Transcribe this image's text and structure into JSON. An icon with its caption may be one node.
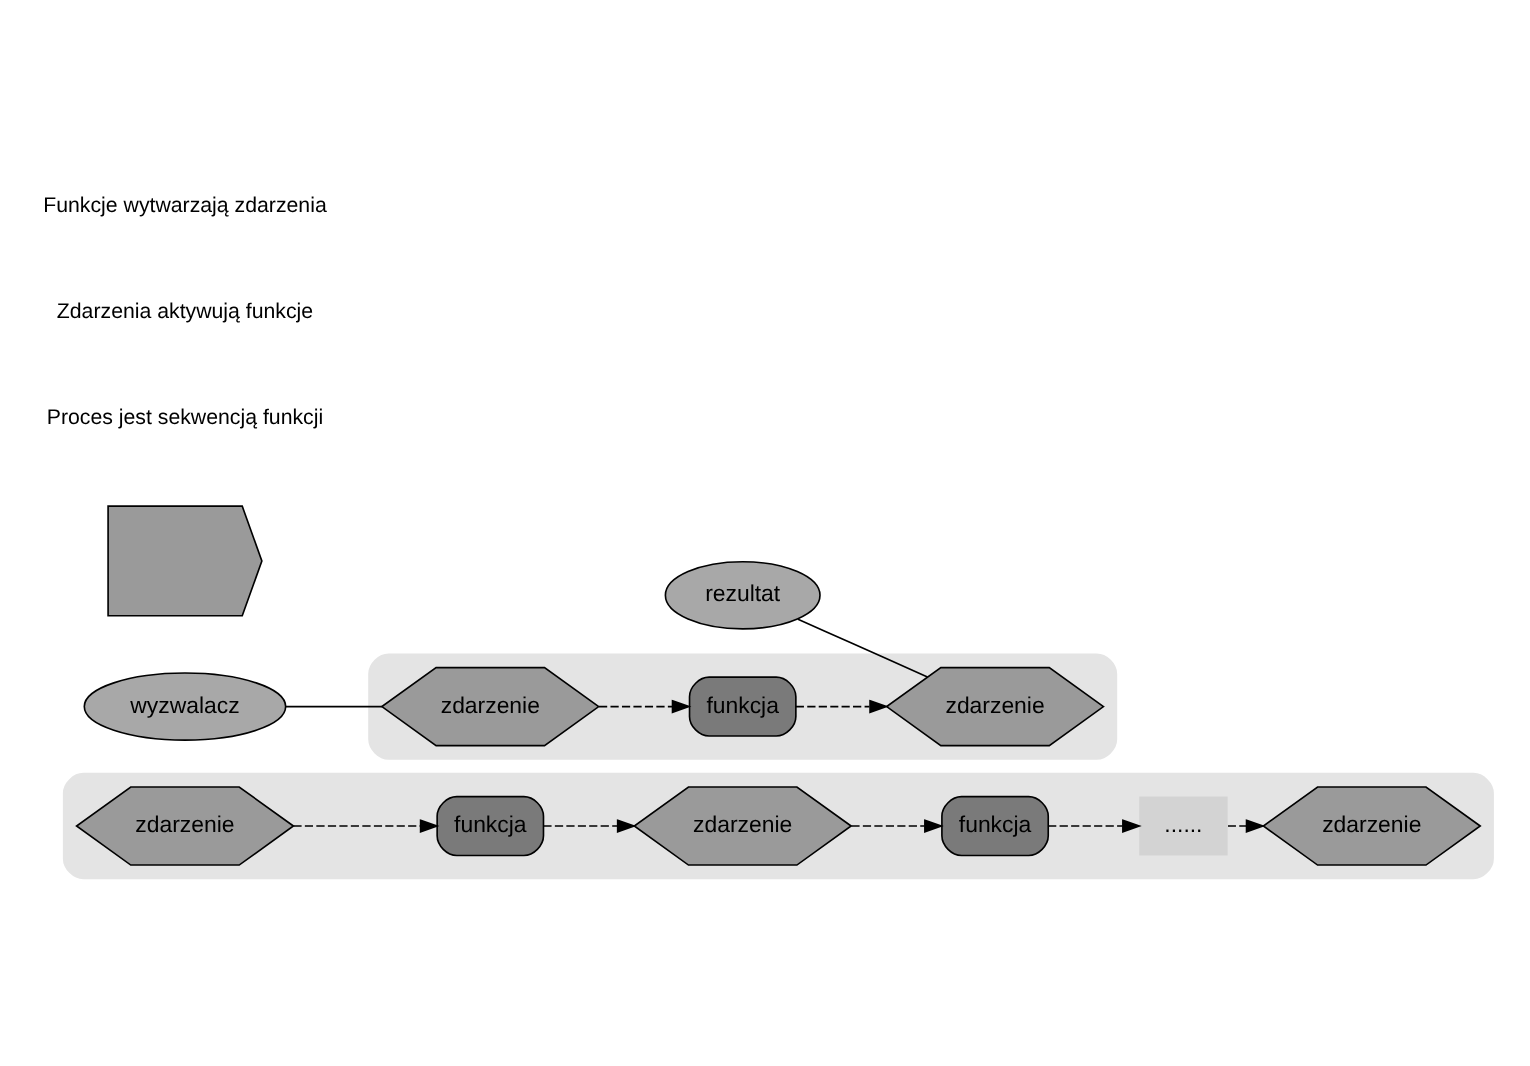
{
  "diagram": {
    "nodes": [
      {
        "text": [],
        "shape": "ellipse"
      },
      {
        "text": [
          "zdarzenie"
        ],
        "in": 0
      },
      {
        "text": [
          "funkcja"
        ],
        "in": 0
      },
      {
        "text": [
          "zdarzenie"
        ],
        "in": 0
      },
      {
        "text": [
          "funkcja"
        ],
        "in": 0
      },
      {
        "text": [
          "......"
        ],
        "in": 0
      },
      {
        "text": [
          "zdarzenie"
        ],
        "in": 0
      },
      {
        "text": [],
        "shape": "ellipse"
      },
      {
        "text": [
          "zdarzenie"
        ],
        "in": 7
      },
      {
        "text": [
          "funkcja"
        ],
        "in": 7
      },
      {
        "text": [
          "zdarzenie"
        ],
        "in": 7
      },
      {
        "text": [
          "rezultat"
        ]
      },
      {
        "text": [
          "wyzwalacz"
        ]
      },
      {
        "text": [],
        "shape": "arrow"
      }
    ],
    "edges": [
      {
        "from": 1,
        "to": 2,
        "arrow": "to",
        "style": "dashed"
      },
      {
        "from": 2,
        "to": 3,
        "arrow": "to",
        "style": "dashed"
      },
      {
        "from": 3,
        "to": 4,
        "arrow": "to",
        "style": "dashed"
      },
      {
        "from": 4,
        "to": 5,
        "arrow": "to",
        "style": "dashed"
      },
      {
        "from": 5,
        "to": 6,
        "arrow": "to",
        "style": "dashed"
      },
      {
        "from": 8,
        "to": 9,
        "arrow": "to",
        "style": "dashed"
      },
      {
        "from": 9,
        "to": 10,
        "arrow": "to",
        "style": "dashed"
      },
      {
        "from": 11,
        "to": 10,
        "arrow": "none"
      },
      {
        "from": 12,
        "to": 8,
        "arrow": "none"
      }
    ],
    "labels": [
      "Proces jest sekwencją funkcji",
      "Zdarzenia aktywują funkcje",
      "Funkcje wytwarzają zdarzenia"
    ]
  }
}
